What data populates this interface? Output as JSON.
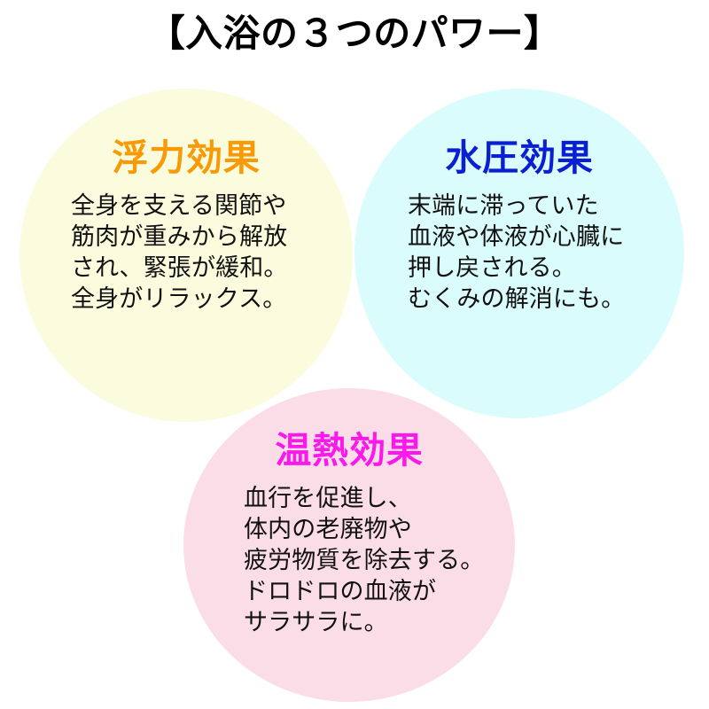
{
  "page": {
    "title": "【入浴の３つのパワー】",
    "background_color": "#ffffff"
  },
  "powers": [
    {
      "id": "buoyancy",
      "heading": "浮力効果",
      "heading_color": "#f89a06",
      "circle_color": "#fbfbdd",
      "body": "全身を支える関節や\n筋肉が重みから解放\nされ、緊張が緩和。\n全身がリラックス。"
    },
    {
      "id": "water-pressure",
      "heading": "水圧効果",
      "heading_color": "#0b1fd2",
      "circle_color": "#dafcfc",
      "body": "末端に滞っていた\n血液や体液が心臓に\n押し戻される。\nむくみの解消にも。"
    },
    {
      "id": "thermal",
      "heading": "温熱効果",
      "heading_color": "#fa19ea",
      "circle_color": "#fbdde8",
      "body": "血行を促進し、\n体内の老廃物や\n疲労物質を除去する。\nドロドロの血液が\nサラサラに。"
    }
  ]
}
